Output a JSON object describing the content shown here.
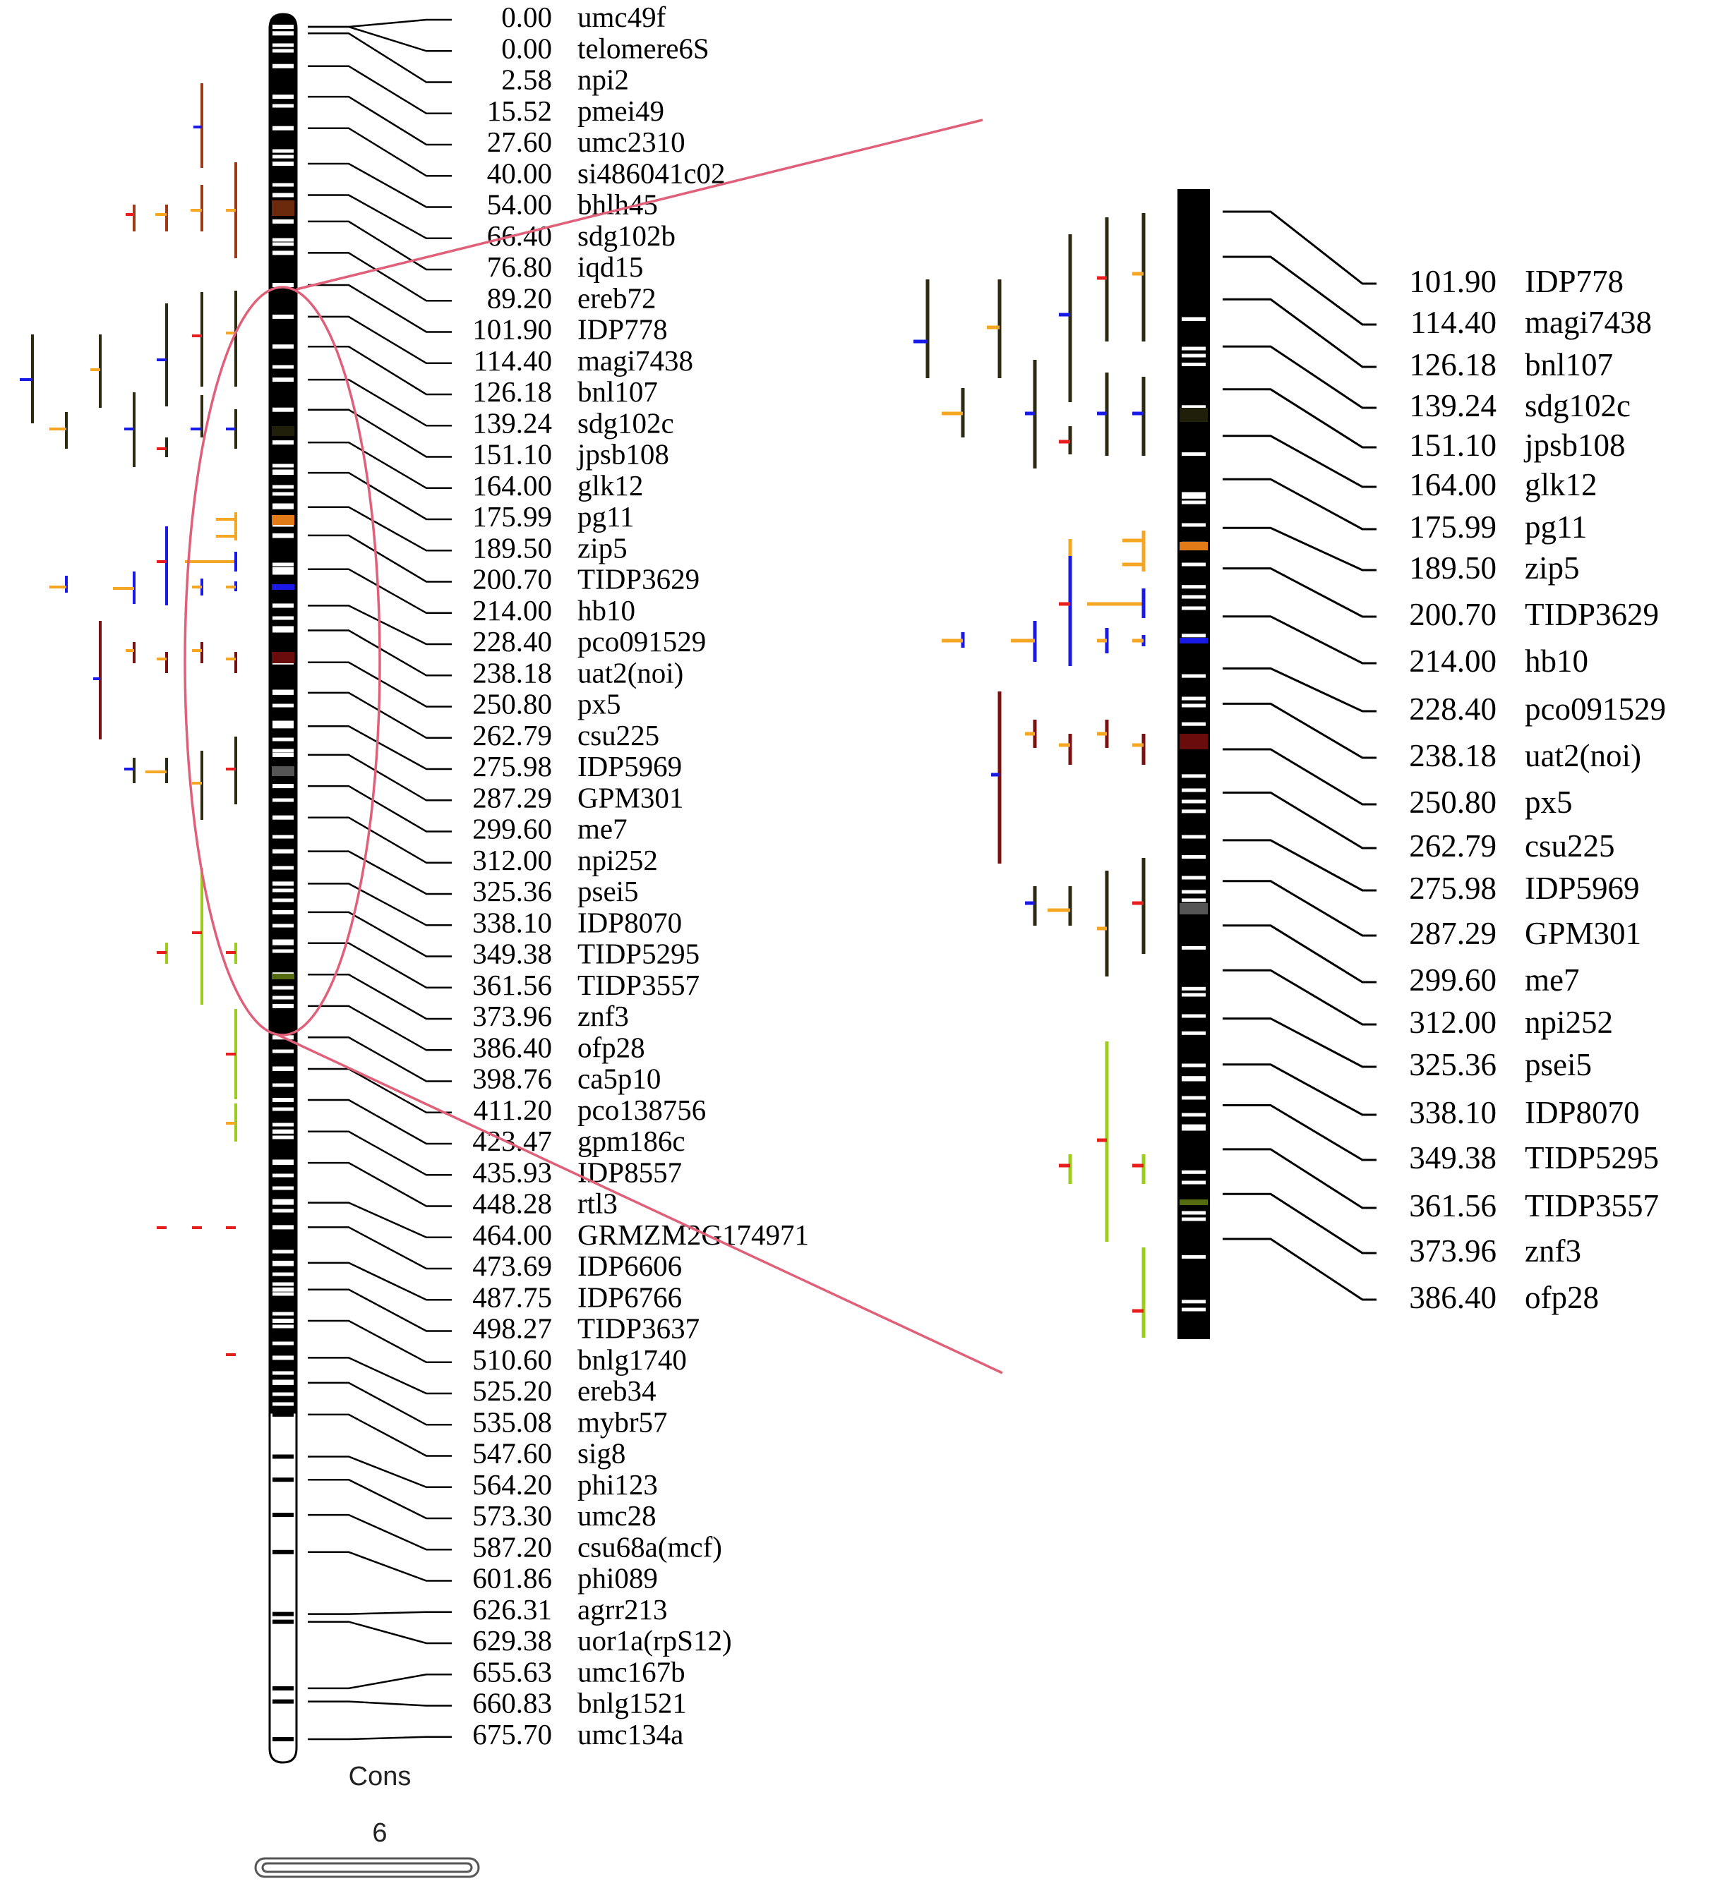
{
  "caption": "Cons",
  "chromosome_number": "6",
  "colors": {
    "black_trait": "#2d2a12",
    "orange_trait": "#f5a623",
    "brown_trait": "#a0381a",
    "blue_trait": "#1a1ae6",
    "red_trait": "#e61e1e",
    "maroon_trait": "#7a1010",
    "green_trait": "#9ccc1c",
    "zoom_outline": "#e0607a"
  },
  "markers": [
    {
      "pos": "0.00",
      "name": "umc49f"
    },
    {
      "pos": "0.00",
      "name": "telomere6S"
    },
    {
      "pos": "2.58",
      "name": "npi2"
    },
    {
      "pos": "15.52",
      "name": "pmei49"
    },
    {
      "pos": "27.60",
      "name": "umc2310"
    },
    {
      "pos": "40.00",
      "name": "si486041c02"
    },
    {
      "pos": "54.00",
      "name": "bhlh45"
    },
    {
      "pos": "66.40",
      "name": "sdg102b"
    },
    {
      "pos": "76.80",
      "name": "iqd15"
    },
    {
      "pos": "89.20",
      "name": "ereb72"
    },
    {
      "pos": "101.90",
      "name": "IDP778"
    },
    {
      "pos": "114.40",
      "name": "magi7438"
    },
    {
      "pos": "126.18",
      "name": "bnl107"
    },
    {
      "pos": "139.24",
      "name": "sdg102c"
    },
    {
      "pos": "151.10",
      "name": "jpsb108"
    },
    {
      "pos": "164.00",
      "name": "glk12"
    },
    {
      "pos": "175.99",
      "name": "pg11"
    },
    {
      "pos": "189.50",
      "name": "zip5"
    },
    {
      "pos": "200.70",
      "name": "TIDP3629"
    },
    {
      "pos": "214.00",
      "name": "hb10"
    },
    {
      "pos": "228.40",
      "name": "pco091529"
    },
    {
      "pos": "238.18",
      "name": "uat2(noi)"
    },
    {
      "pos": "250.80",
      "name": "px5"
    },
    {
      "pos": "262.79",
      "name": "csu225"
    },
    {
      "pos": "275.98",
      "name": "IDP5969"
    },
    {
      "pos": "287.29",
      "name": "GPM301"
    },
    {
      "pos": "299.60",
      "name": "me7"
    },
    {
      "pos": "312.00",
      "name": "npi252"
    },
    {
      "pos": "325.36",
      "name": "psei5"
    },
    {
      "pos": "338.10",
      "name": "IDP8070"
    },
    {
      "pos": "349.38",
      "name": "TIDP5295"
    },
    {
      "pos": "361.56",
      "name": "TIDP3557"
    },
    {
      "pos": "373.96",
      "name": "znf3"
    },
    {
      "pos": "386.40",
      "name": "ofp28"
    },
    {
      "pos": "398.76",
      "name": "ca5p10"
    },
    {
      "pos": "411.20",
      "name": "pco138756"
    },
    {
      "pos": "423.47",
      "name": "gpm186c"
    },
    {
      "pos": "435.93",
      "name": "IDP8557"
    },
    {
      "pos": "448.28",
      "name": "rtl3"
    },
    {
      "pos": "464.00",
      "name": "GRMZM2G174971"
    },
    {
      "pos": "473.69",
      "name": "IDP6606"
    },
    {
      "pos": "487.75",
      "name": "IDP6766"
    },
    {
      "pos": "498.27",
      "name": "TIDP3637"
    },
    {
      "pos": "510.60",
      "name": "bnlg1740"
    },
    {
      "pos": "525.20",
      "name": "ereb34"
    },
    {
      "pos": "535.08",
      "name": "mybr57"
    },
    {
      "pos": "547.60",
      "name": "sig8"
    },
    {
      "pos": "564.20",
      "name": "phi123"
    },
    {
      "pos": "573.30",
      "name": "umc28"
    },
    {
      "pos": "587.20",
      "name": "csu68a(mcf)"
    },
    {
      "pos": "601.86",
      "name": "phi089"
    },
    {
      "pos": "626.31",
      "name": "agrr213"
    },
    {
      "pos": "629.38",
      "name": "uor1a(rpS12)"
    },
    {
      "pos": "655.63",
      "name": "umc167b"
    },
    {
      "pos": "660.83",
      "name": "bnlg1521"
    },
    {
      "pos": "675.70",
      "name": "umc134a"
    }
  ],
  "zoom_markers": [
    {
      "pos": "101.90",
      "name": "IDP778"
    },
    {
      "pos": "114.40",
      "name": "magi7438"
    },
    {
      "pos": "126.18",
      "name": "bnl107"
    },
    {
      "pos": "139.24",
      "name": "sdg102c"
    },
    {
      "pos": "151.10",
      "name": "jpsb108"
    },
    {
      "pos": "164.00",
      "name": "glk12"
    },
    {
      "pos": "175.99",
      "name": "pg11"
    },
    {
      "pos": "189.50",
      "name": "zip5"
    },
    {
      "pos": "200.70",
      "name": "TIDP3629"
    },
    {
      "pos": "214.00",
      "name": "hb10"
    },
    {
      "pos": "228.40",
      "name": "pco091529"
    },
    {
      "pos": "238.18",
      "name": "uat2(noi)"
    },
    {
      "pos": "250.80",
      "name": "px5"
    },
    {
      "pos": "262.79",
      "name": "csu225"
    },
    {
      "pos": "275.98",
      "name": "IDP5969"
    },
    {
      "pos": "287.29",
      "name": "GPM301"
    },
    {
      "pos": "299.60",
      "name": "me7"
    },
    {
      "pos": "312.00",
      "name": "npi252"
    },
    {
      "pos": "325.36",
      "name": "psei5"
    },
    {
      "pos": "338.10",
      "name": "IDP8070"
    },
    {
      "pos": "349.38",
      "name": "TIDP5295"
    },
    {
      "pos": "361.56",
      "name": "TIDP3557"
    },
    {
      "pos": "373.96",
      "name": "znf3"
    },
    {
      "pos": "386.40",
      "name": "ofp28"
    }
  ]
}
